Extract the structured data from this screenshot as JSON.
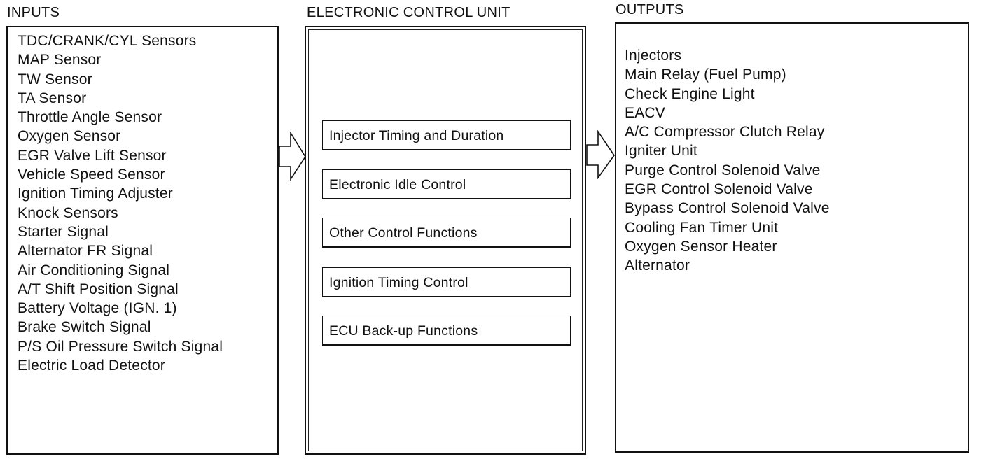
{
  "inputs": {
    "heading": "INPUTS",
    "items": [
      "TDC/CRANK/CYL Sensors",
      "MAP Sensor",
      "TW Sensor",
      "TA Sensor",
      "Throttle Angle Sensor",
      "Oxygen Sensor",
      "EGR Valve Lift Sensor",
      "Vehicle Speed Sensor",
      "Ignition Timing Adjuster",
      "Knock Sensors",
      "Starter Signal",
      "Alternator FR Signal",
      "Air Conditioning Signal",
      "A/T Shift Position Signal",
      "Battery Voltage (IGN. 1)",
      "Brake Switch Signal",
      "P/S Oil Pressure Switch Signal",
      "Electric Load Detector"
    ]
  },
  "ecu": {
    "heading": "ELECTRONIC CONTROL UNIT",
    "functions": [
      "Injector Timing and Duration",
      "Electronic Idle Control",
      "Other Control Functions",
      "Ignition Timing Control",
      "ECU Back-up Functions"
    ]
  },
  "outputs": {
    "heading": "OUTPUTS",
    "items": [
      "Injectors",
      "Main Relay (Fuel Pump)",
      "Check Engine Light",
      "EACV",
      "A/C Compressor Clutch Relay",
      "Igniter Unit",
      "Purge Control Solenoid Valve",
      "EGR Control Solenoid Valve",
      "Bypass Control Solenoid Valve",
      "Cooling Fan Timer Unit",
      "Oxygen Sensor Heater",
      "Alternator"
    ]
  },
  "arrows": [
    {
      "name": "inputs-to-ecu-arrow-icon",
      "icon": "right-arrow-outline"
    },
    {
      "name": "ecu-to-outputs-arrow-icon",
      "icon": "right-arrow-outline"
    }
  ]
}
